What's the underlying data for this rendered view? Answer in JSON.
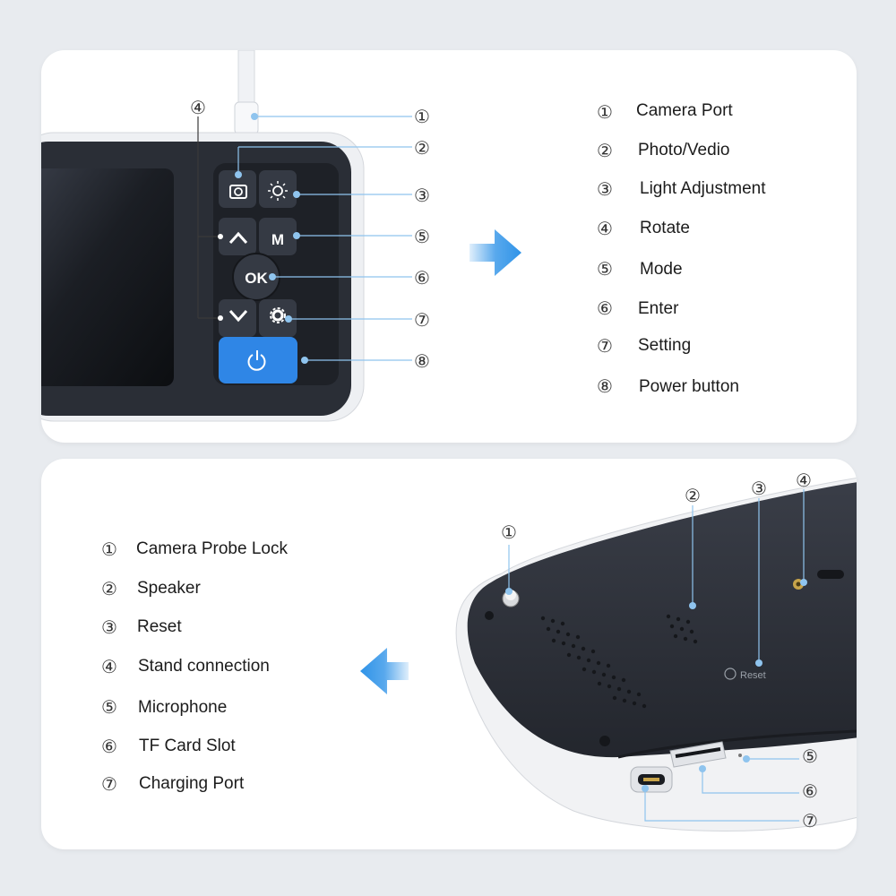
{
  "top_panel": {
    "arrow_direction": "right",
    "device_buttons": {
      "ok_label": "OK",
      "mode_label": "M"
    },
    "callouts": [
      "①",
      "②",
      "③",
      "④",
      "⑤",
      "⑥",
      "⑦",
      "⑧"
    ],
    "legend": [
      {
        "num": "①",
        "label": "Camera Port"
      },
      {
        "num": "②",
        "label": "Photo/Vedio"
      },
      {
        "num": "③",
        "label": "Light Adjustment"
      },
      {
        "num": "④",
        "label": "Rotate"
      },
      {
        "num": "⑤",
        "label": "Mode"
      },
      {
        "num": "⑥",
        "label": "Enter"
      },
      {
        "num": "⑦",
        "label": "Setting"
      },
      {
        "num": "⑧",
        "label": "Power button"
      }
    ]
  },
  "bottom_panel": {
    "arrow_direction": "left",
    "reset_label": "Reset",
    "callouts": [
      "①",
      "②",
      "③",
      "④",
      "⑤",
      "⑥",
      "⑦"
    ],
    "legend": [
      {
        "num": "①",
        "label": "Camera Probe Lock"
      },
      {
        "num": "②",
        "label": "Speaker"
      },
      {
        "num": "③",
        "label": "Reset"
      },
      {
        "num": "④",
        "label": "Stand connection"
      },
      {
        "num": "⑤",
        "label": "Microphone"
      },
      {
        "num": "⑥",
        "label": "TF Card Slot"
      },
      {
        "num": "⑦",
        "label": "Charging Port"
      }
    ]
  },
  "colors": {
    "device_body": "#2b2f38",
    "device_shell": "#f2f3f5",
    "power_button": "#2f86e6",
    "arrow": "#2f93e8",
    "leader_line": "#8fc4ee"
  }
}
